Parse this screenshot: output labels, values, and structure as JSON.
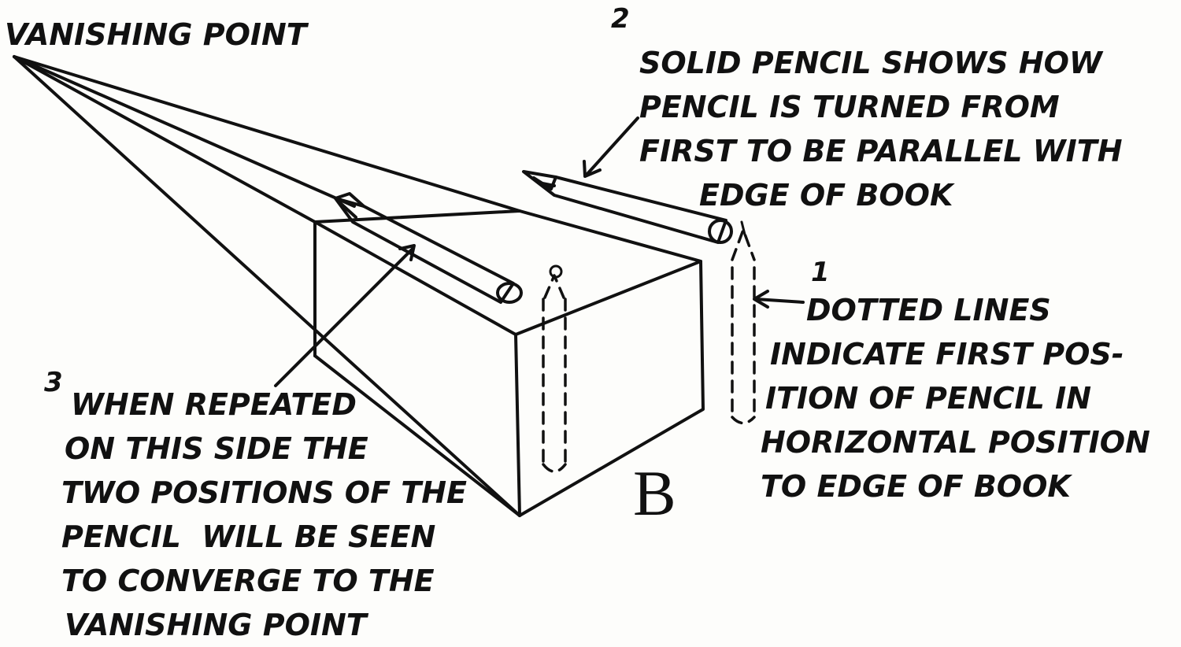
{
  "title": "VANISHING POINT",
  "numbers": {
    "n1": "1",
    "n2": "2",
    "n3": "3"
  },
  "letter": "B",
  "note2": [
    "SOLID PENCIL SHOWS HOW",
    "PENCIL IS TURNED FROM",
    "FIRST TO BE PARALLEL WITH",
    "EDGE OF BOOK"
  ],
  "note1": [
    "DOTTED LINES",
    "INDICATE FIRST POS-",
    "ITION OF PENCIL IN",
    "HORIZONTAL POSITION",
    "TO EDGE OF BOOK"
  ],
  "note3": [
    "WHEN REPEATED",
    "ON THIS SIDE THE",
    "TWO POSITIONS OF THE",
    "PENCIL  WILL BE SEEN",
    "TO CONVERGE TO THE",
    "VANISHING POINT"
  ]
}
